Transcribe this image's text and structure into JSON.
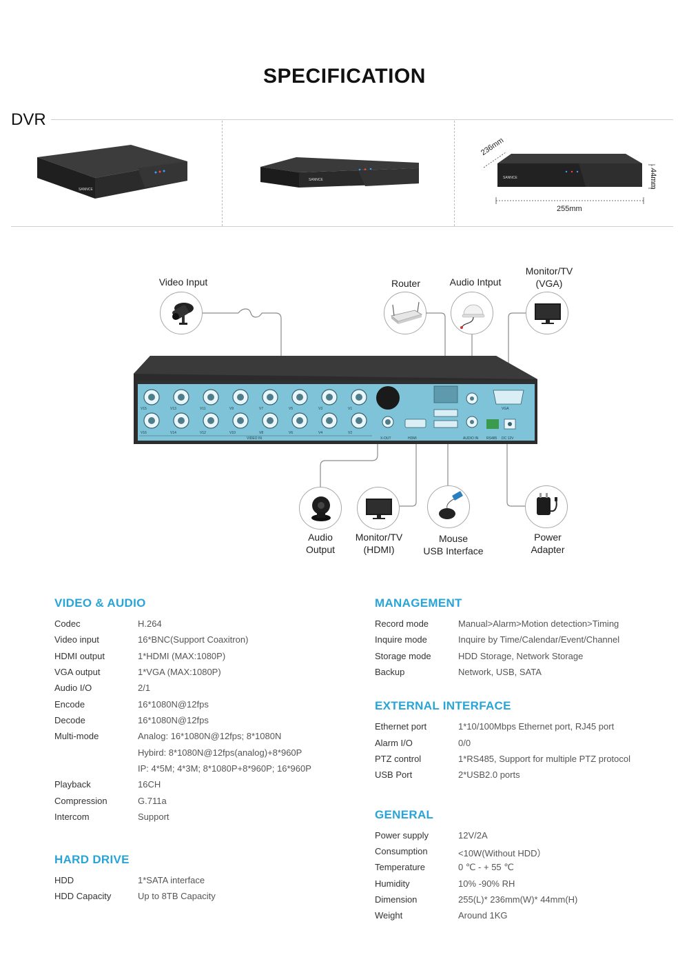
{
  "title": "SPECIFICATION",
  "dvr_label": "DVR",
  "product_views": {
    "brand": "SANNCE",
    "dim_depth": "236mm",
    "dim_width": "255mm",
    "dim_height": "44mm"
  },
  "rear_panel": {
    "label_video_in": "VIDEO IN",
    "label_x_out": "X-OUT",
    "label_hdmi": "HDMI",
    "label_audio_in": "AUDIO IN",
    "label_vga": "VGA",
    "label_rs485": "RS485",
    "label_dc": "DC 12V",
    "channels_top": [
      "V15",
      "V13",
      "V11",
      "V9",
      "V7",
      "V5",
      "V3",
      "V1"
    ],
    "channels_bottom": [
      "V16",
      "V14",
      "V12",
      "V10",
      "V8",
      "V6",
      "V4",
      "V2"
    ]
  },
  "connections": {
    "video_input": "Video Input",
    "router": "Router",
    "audio_input": "Audio Intput",
    "monitor_vga_line1": "Monitor/TV",
    "monitor_vga_line2": "(VGA)",
    "audio_output_line1": "Audio",
    "audio_output_line2": "Output",
    "monitor_hdmi_line1": "Monitor/TV",
    "monitor_hdmi_line2": "(HDMI)",
    "mouse_line1": "Mouse",
    "mouse_line2": "USB Interface",
    "power_line1": "Power",
    "power_line2": "Adapter"
  },
  "icons": {
    "video_input": "cctv-camera-icon",
    "router": "router-icon",
    "audio_input": "microphone-icon",
    "monitor_vga": "monitor-icon",
    "audio_output": "speaker-icon",
    "monitor_hdmi": "monitor-icon",
    "mouse": "mouse-icon",
    "power": "power-adapter-icon"
  },
  "sections": {
    "video_audio": {
      "title": "VIDEO & AUDIO",
      "rows": [
        {
          "k": "Codec",
          "v": "H.264"
        },
        {
          "k": "Video input",
          "v": "16*BNC(Support Coaxitron)"
        },
        {
          "k": "HDMI output",
          "v": "1*HDMI (MAX:1080P)"
        },
        {
          "k": "VGA output",
          "v": "1*VGA (MAX:1080P)"
        },
        {
          "k": "Audio I/O",
          "v": "2/1"
        },
        {
          "k": "Encode",
          "v": "16*1080N@12fps"
        },
        {
          "k": "Decode",
          "v": "16*1080N@12fps"
        },
        {
          "k": "Multi-mode",
          "v": "Analog: 16*1080N@12fps; 8*1080N"
        },
        {
          "k": "",
          "v": "Hybird: 8*1080N@12fps(analog)+8*960P"
        },
        {
          "k": "",
          "v": "IP: 4*5M; 4*3M; 8*1080P+8*960P; 16*960P"
        },
        {
          "k": "Playback",
          "v": "16CH"
        },
        {
          "k": "Compression",
          "v": "G.711a"
        },
        {
          "k": "Intercom",
          "v": "Support"
        }
      ]
    },
    "hard_drive": {
      "title": "HARD DRIVE",
      "rows": [
        {
          "k": "HDD",
          "v": "1*SATA interface"
        },
        {
          "k": "HDD Capacity",
          "v": "Up to 8TB Capacity"
        }
      ]
    },
    "management": {
      "title": "MANAGEMENT",
      "rows": [
        {
          "k": "Record mode",
          "v": "Manual>Alarm>Motion detection>Timing"
        },
        {
          "k": "Inquire mode",
          "v": "Inquire by Time/Calendar/Event/Channel"
        },
        {
          "k": "Storage mode",
          "v": "HDD Storage, Network Storage"
        },
        {
          "k": "Backup",
          "v": "Network, USB, SATA"
        }
      ]
    },
    "external_interface": {
      "title": "EXTERNAL INTERFACE",
      "rows": [
        {
          "k": "Ethernet port",
          "v": "1*10/100Mbps Ethernet port, RJ45 port"
        },
        {
          "k": "Alarm I/O",
          "v": "0/0"
        },
        {
          "k": "PTZ control",
          "v": "1*RS485, Support for multiple PTZ protocol"
        },
        {
          "k": "USB Port",
          "v": "2*USB2.0 ports"
        }
      ]
    },
    "general": {
      "title": "GENERAL",
      "rows": [
        {
          "k": "Power supply",
          "v": "12V/2A"
        },
        {
          "k": "Consumption",
          "v": "<10W(Without HDD）"
        },
        {
          "k": "Temperature",
          "v": "0 ℃ - + 55 ℃"
        },
        {
          "k": "Humidity",
          "v": "10% -90% RH"
        },
        {
          "k": "Dimension",
          "v": "255(L)* 236mm(W)* 44mm(H)"
        },
        {
          "k": "Weight",
          "v": "Around 1KG"
        }
      ]
    }
  },
  "colors": {
    "accent": "#29a4d6",
    "panel": "#7fc3d8",
    "device": "#2a2a2a"
  }
}
